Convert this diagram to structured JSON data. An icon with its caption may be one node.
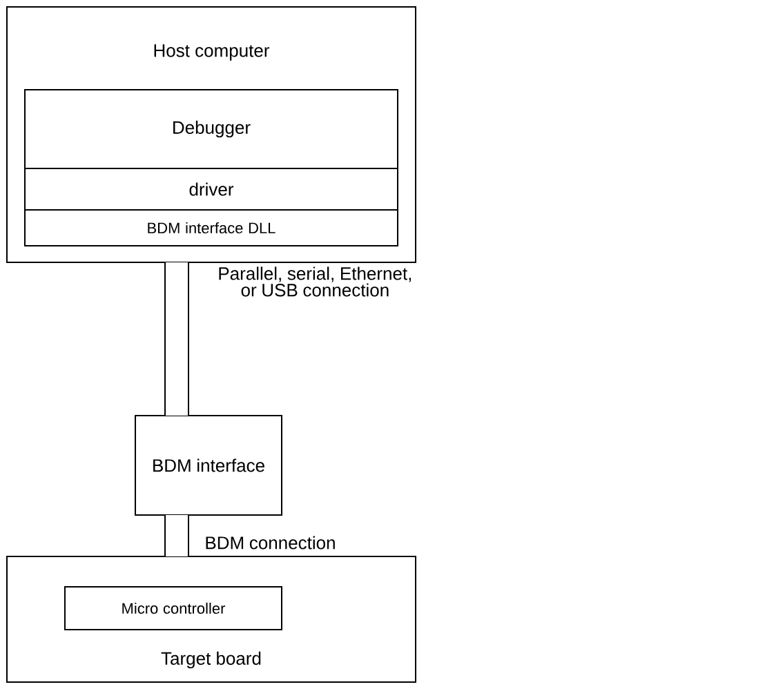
{
  "diagram": {
    "nodes": [
      {
        "text": [
          "Host computer"
        ]
      },
      {
        "text": [
          "Debugger"
        ],
        "in": 0
      },
      {
        "text": [
          "driver"
        ],
        "in": 0
      },
      {
        "text": [
          "BDM interface DLL"
        ],
        "in": 0
      },
      {
        "text": [
          "BDM interface"
        ]
      },
      {
        "text": [
          "Target board"
        ]
      },
      {
        "text": [
          "Micro controller"
        ],
        "in": 5
      }
    ],
    "edges": [
      {
        "from": 0,
        "to": 4,
        "arrow": "none",
        "label": "Parallel, serial, Ethernet, or USB connection"
      },
      {
        "from": 4,
        "to": 5,
        "arrow": "none",
        "label": "BDM connection"
      }
    ]
  }
}
